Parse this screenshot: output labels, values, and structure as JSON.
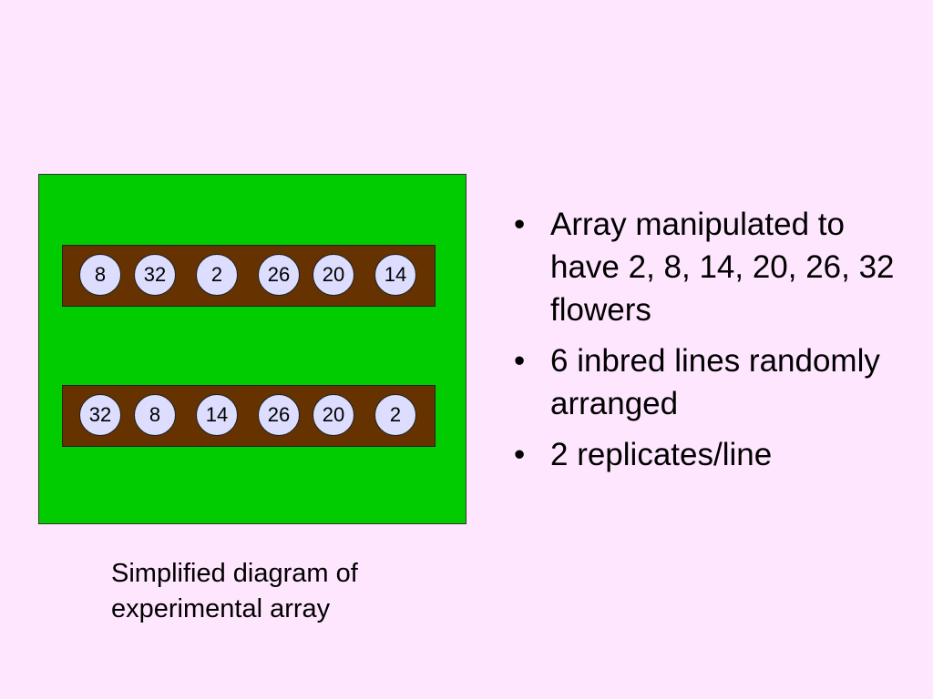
{
  "diagram": {
    "rows": [
      {
        "plants": [
          "8",
          "32",
          "2",
          "26",
          "20",
          "14"
        ]
      },
      {
        "plants": [
          "32",
          "8",
          "14",
          "26",
          "20",
          "2"
        ]
      }
    ],
    "caption": "Simplified diagram of experimental array"
  },
  "bullets": [
    {
      "marker": "•",
      "text": "Array manipulated to have 2, 8, 14, 20, 26, 32 flowers"
    },
    {
      "marker": "•",
      "text": "6 inbred lines randomly arranged"
    },
    {
      "marker": "•",
      "text": "2 replicates/line"
    }
  ],
  "colors": {
    "background": "#FFE6FF",
    "field": "#00CC00",
    "row": "#663300",
    "plant": "#DDDDFF"
  }
}
